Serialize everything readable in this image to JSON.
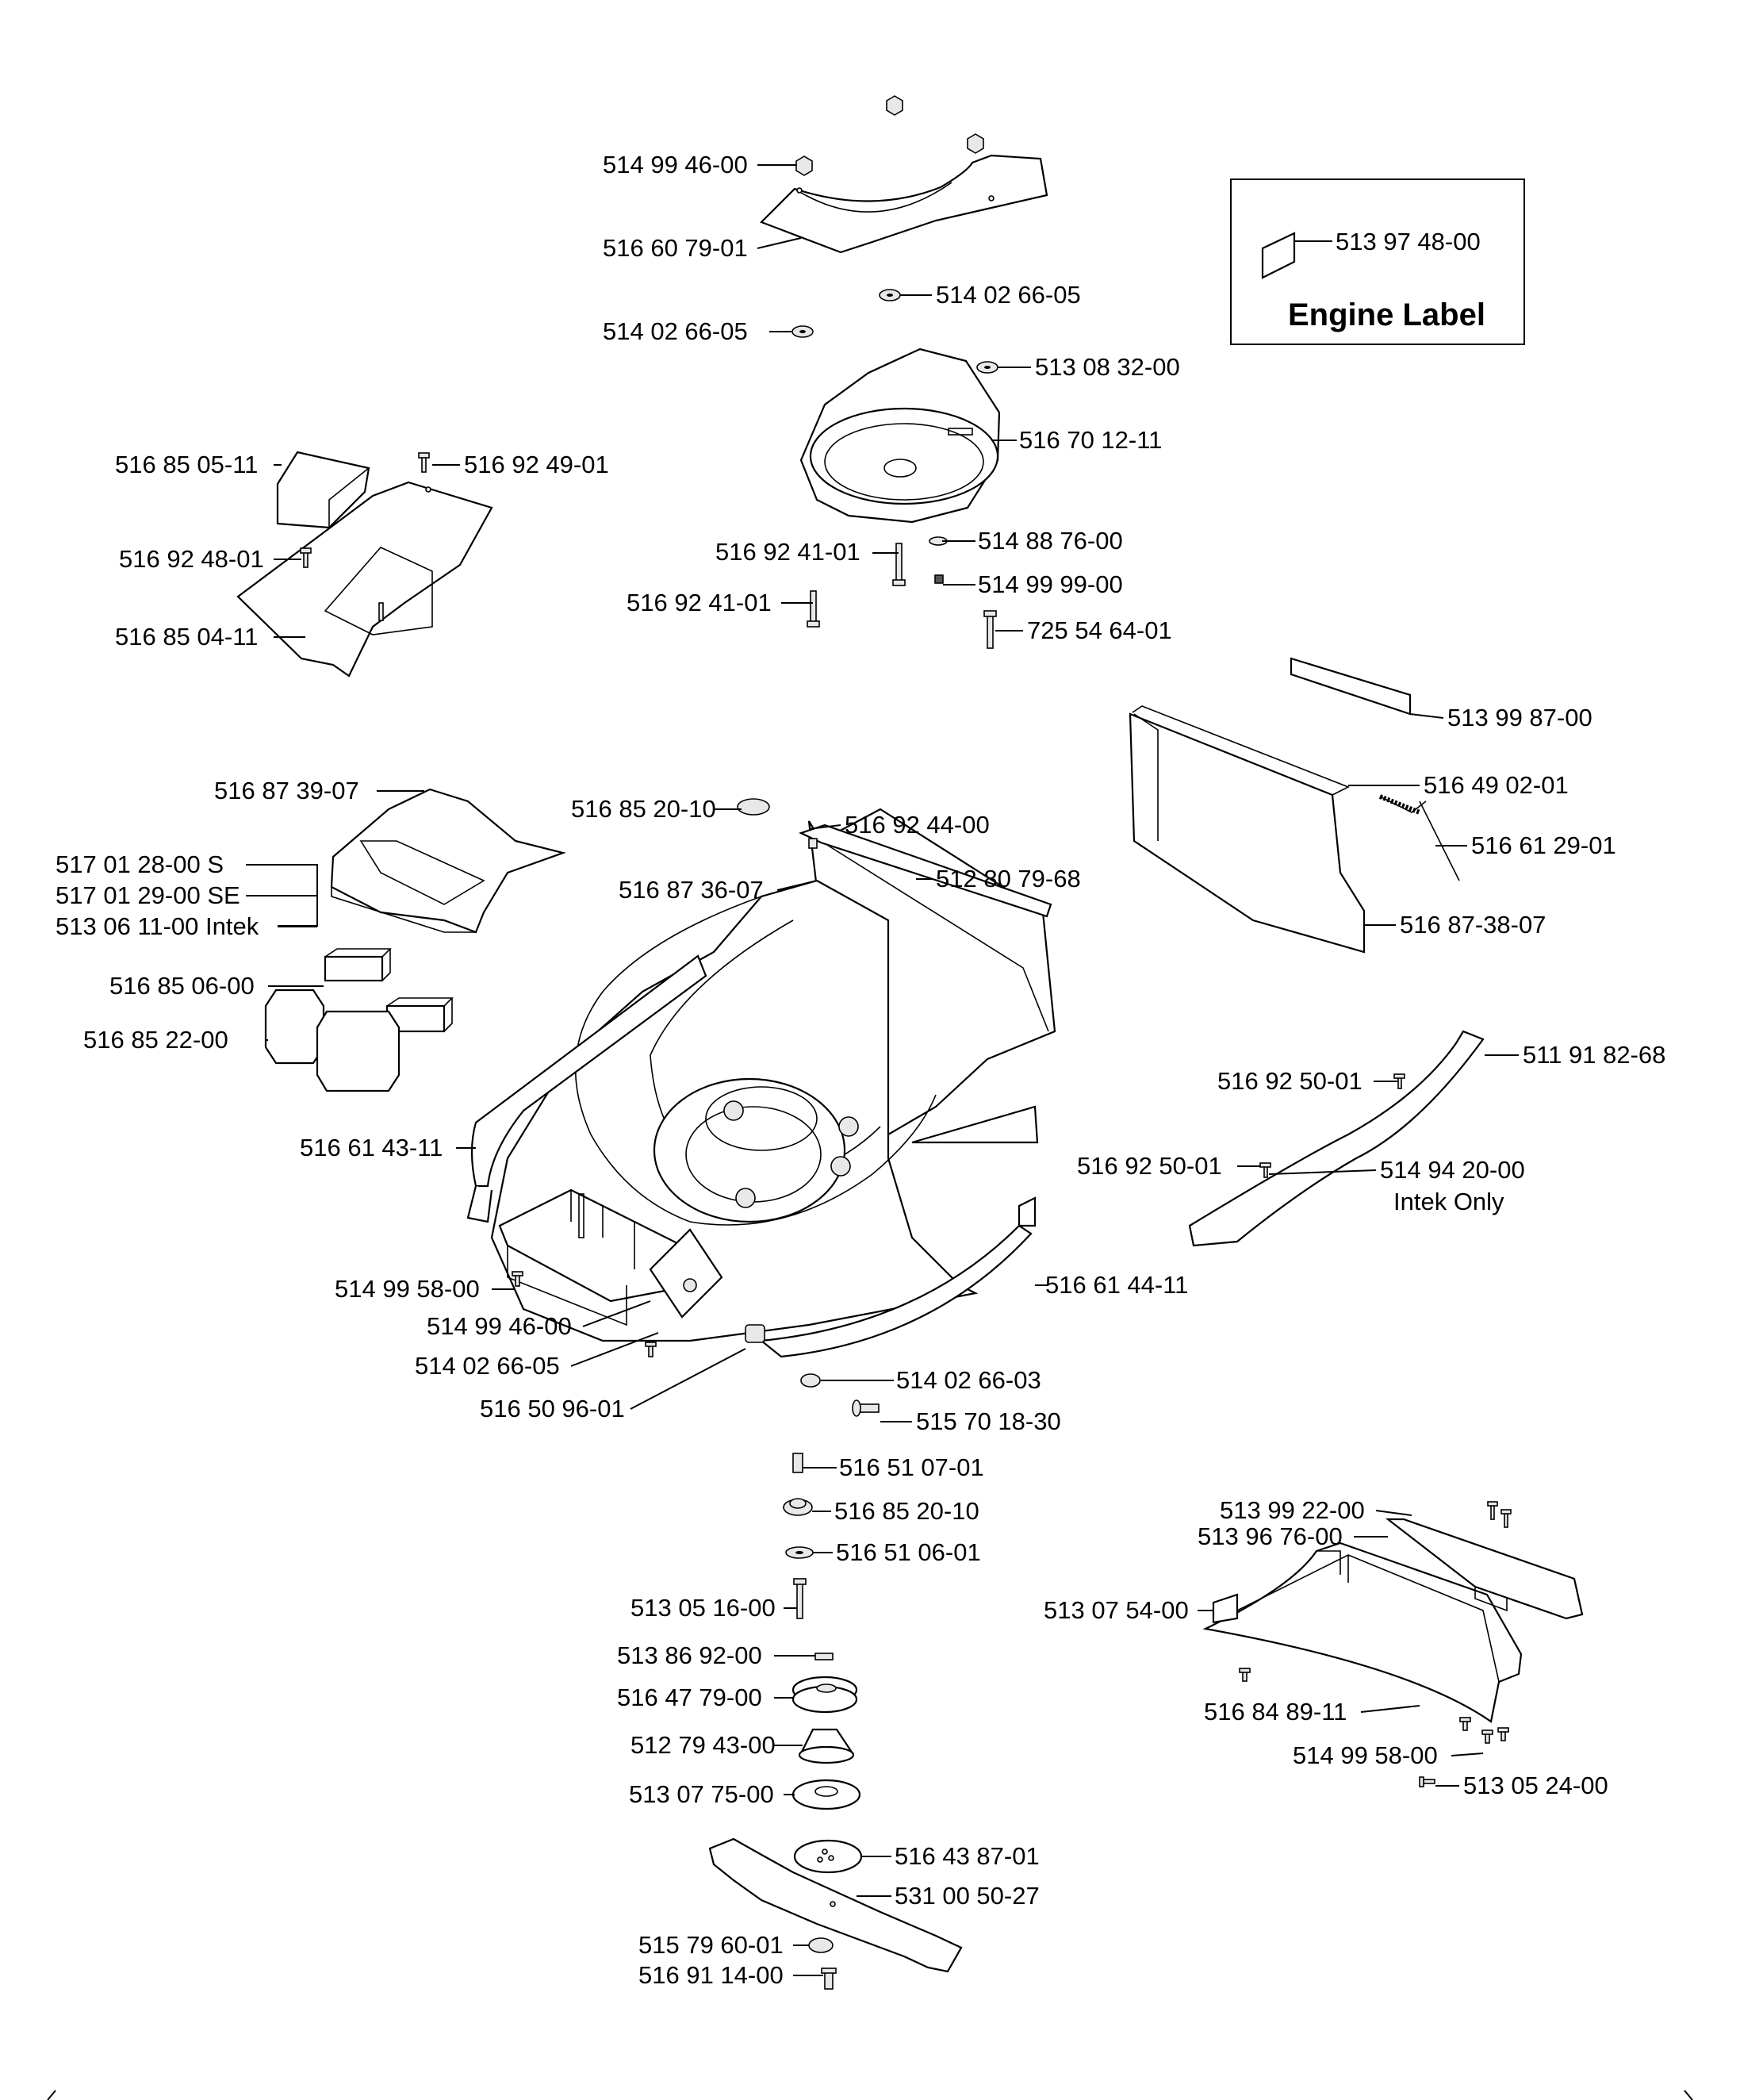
{
  "engine_label": {
    "title": "Engine Label",
    "part_number": "513 97 48-00"
  },
  "parts": [
    "514 99 46-00",
    "516 60 79-01",
    "514 02 66-05",
    "514 02 66-05",
    "513 08 32-00",
    "516 70 12-11",
    "516 92 41-01",
    "514 88 76-00",
    "516 92 41-01",
    "514 99 99-00",
    "725 54 64-01",
    "516 85 05-11",
    "516 92 49-01",
    "516 92 48-01",
    "516 85 04-11",
    "513 99 87-00",
    "516 49 02-01",
    "516 61 29-01",
    "516 87-38-07",
    "516 87 39-07",
    "516 85 20-10",
    "516 92 44-00",
    "512 80 79-68",
    "516 87 36-07",
    "517 01 28-00 S",
    "517 01 29-00 SE",
    "513 06 11-00 Intek",
    "516 85 06-00",
    "516 85 22-00",
    "516 61 43-11",
    "511 91 82-68",
    "516 92 50-01",
    "516 92 50-01",
    "514 94 20-00",
    "Intek Only",
    "514 99 58-00",
    "514 99 46-00",
    "514 02 66-05",
    "516 61 44-11",
    "516 50 96-01",
    "514 02 66-03",
    "515 70 18-30",
    "516 51 07-01",
    "516 85 20-10",
    "516 51 06-01",
    "513 05 16-00",
    "513 86 92-00",
    "516 47 79-00",
    "512 79 43-00",
    "513 07 75-00",
    "516 43 87-01",
    "531 00 50-27",
    "515 79 60-01",
    "516 91 14-00",
    "513 99 22-00",
    "513 96 76-00",
    "513 07 54-00",
    "516 84 89-11",
    "514 99 58-00",
    "513 05 24-00"
  ]
}
